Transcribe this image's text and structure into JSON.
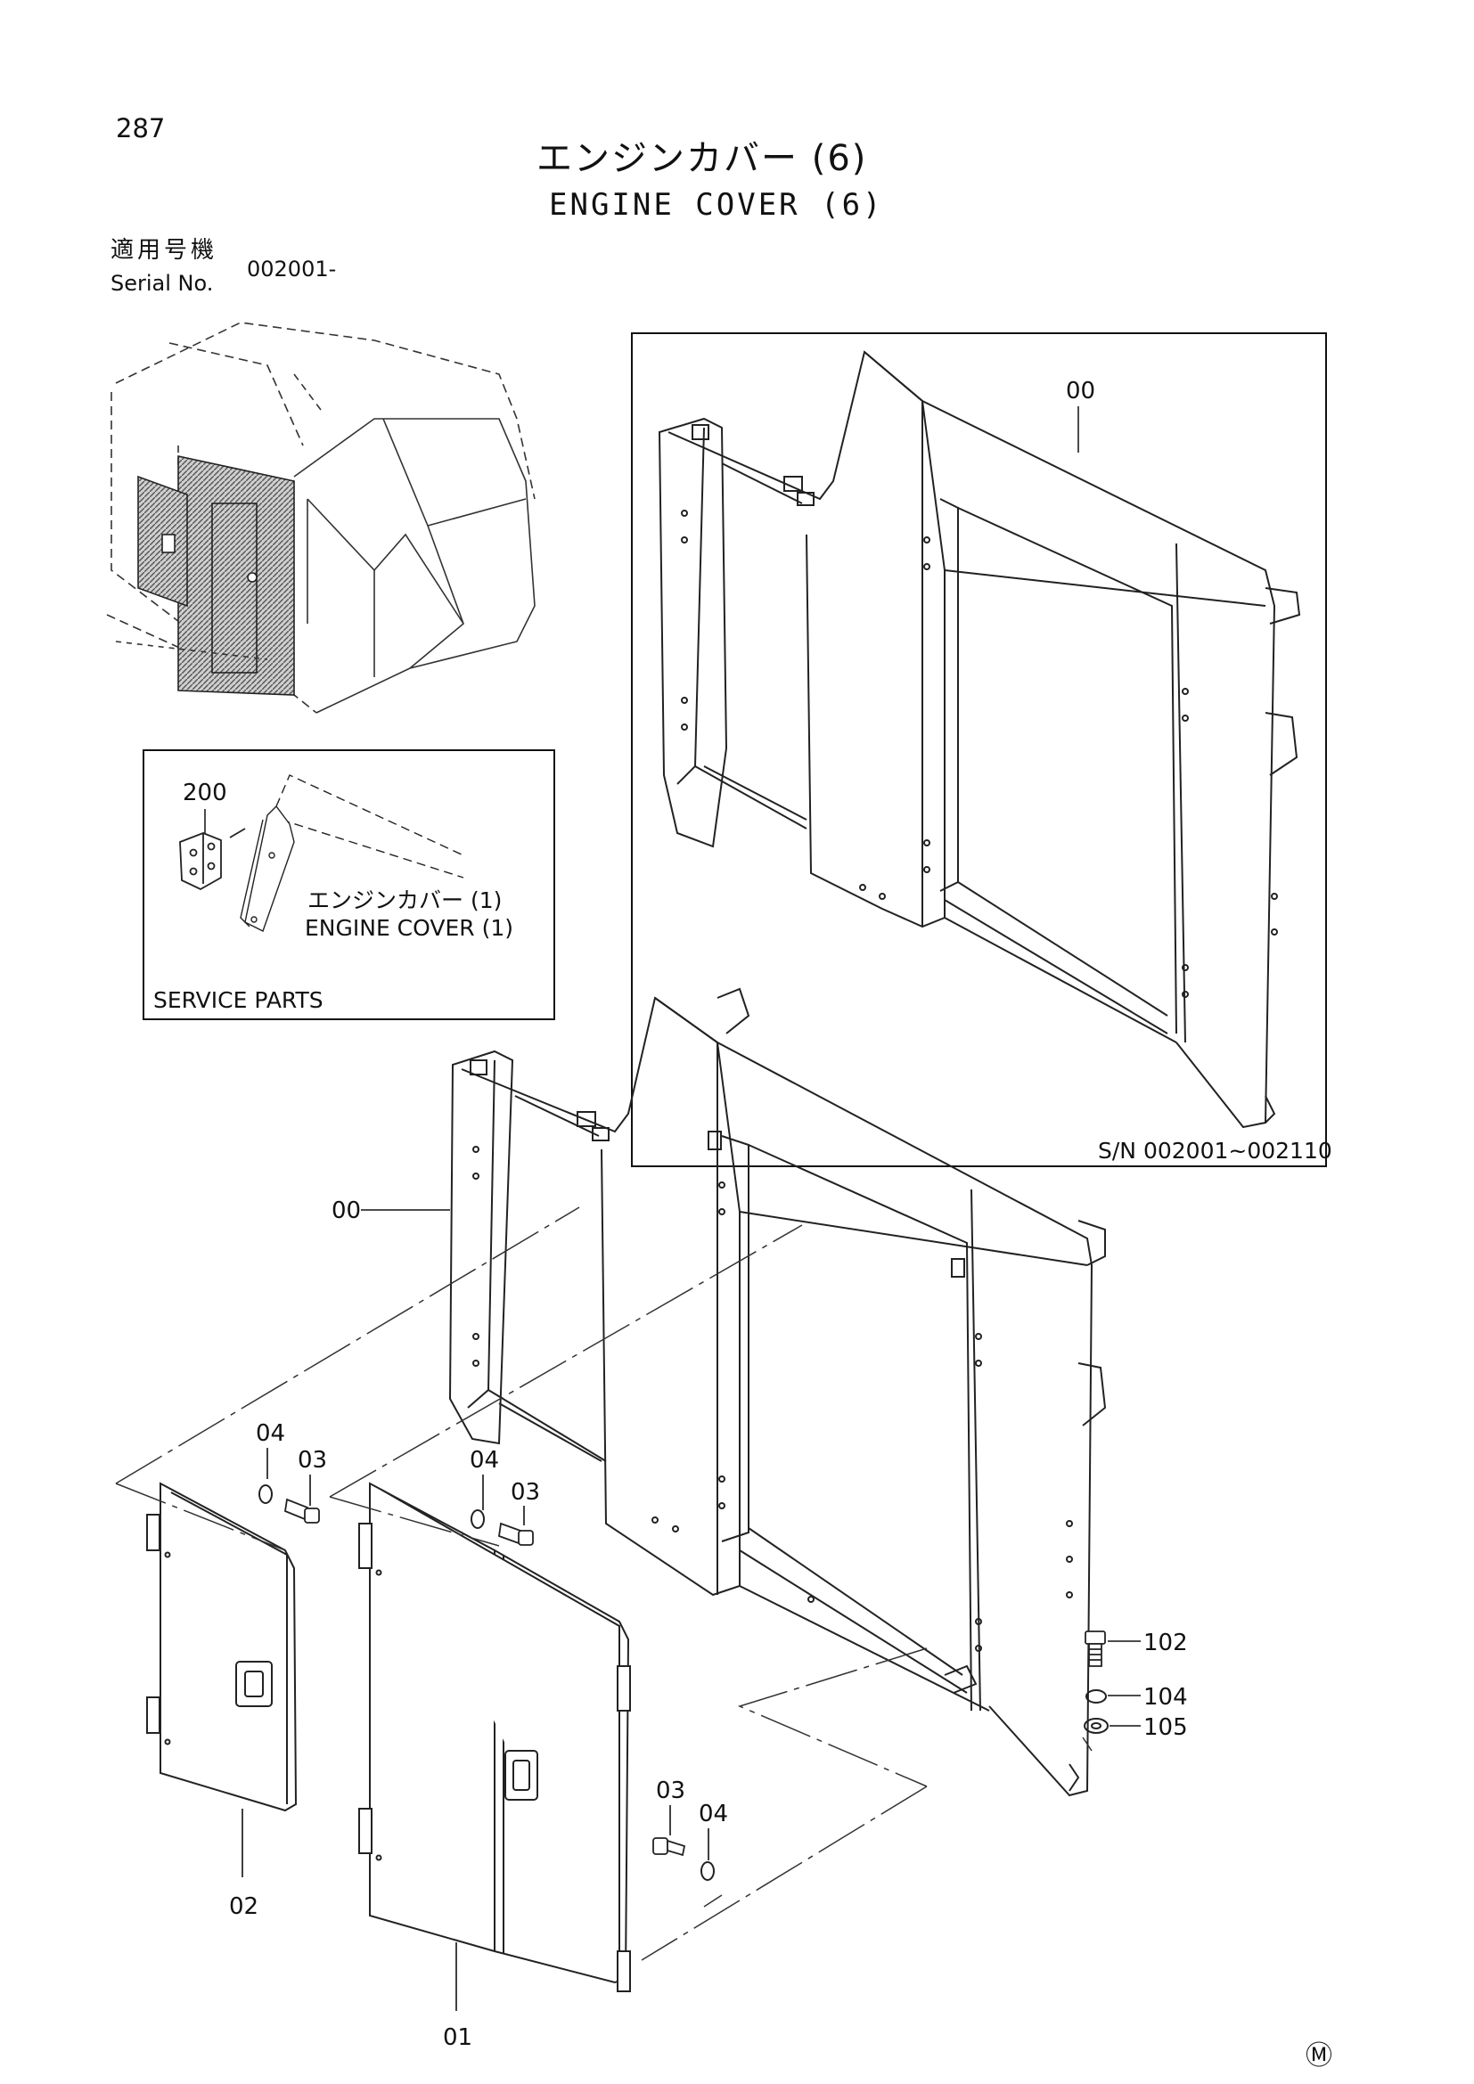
{
  "header": {
    "page_number": "287",
    "title_jp": "エンジンカバー (6)",
    "title_en": "ENGINE COVER (6)",
    "serial_label_jp": "適用号機",
    "serial_label_en": "Serial No.",
    "serial_value": "002001-"
  },
  "service_parts": {
    "title": "SERVICE PARTS",
    "part_label": "200",
    "ref_jp": "エンジンカバー (1)",
    "ref_en": "ENGINE COVER (1)"
  },
  "inset": {
    "part_label": "00",
    "serial_range": "S/N  002001~002110"
  },
  "callouts": {
    "frame": "00",
    "door_right": "01",
    "door_left": "02",
    "bolt_left": "03",
    "washer_left": "04",
    "bolt_mid": "03",
    "washer_mid": "04",
    "bolt_low": "03",
    "washer_low": "04",
    "bolt_102": "102",
    "washer_104": "104",
    "washer_105": "105"
  },
  "footer": {
    "mark": "Ⓜ"
  }
}
